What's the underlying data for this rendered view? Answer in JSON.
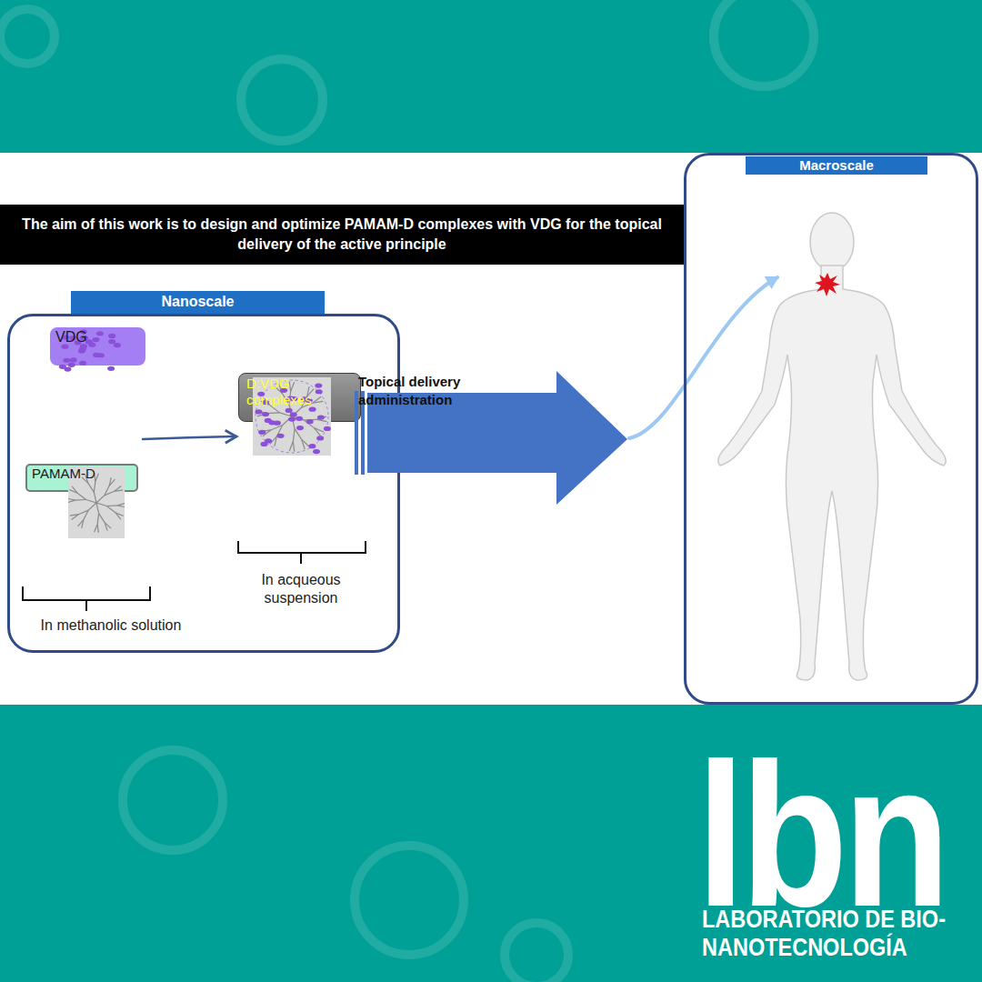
{
  "diagram": {
    "title": "The aim of this work is to design and optimize PAMAM-D complexes with VDG for the topical delivery of the active principle",
    "nodes": [
      {
        "text": [
          "Nanoscale"
        ]
      },
      {
        "text": [
          "VDG"
        ],
        "in": 0
      },
      {
        "text": [
          "PAMAM-D"
        ],
        "in": 0
      },
      {
        "text": [
          "D:VDG complexes"
        ],
        "in": 0
      },
      {
        "text": [
          "Topical delivery administration"
        ]
      },
      {
        "text": [
          "Macroscale"
        ]
      }
    ],
    "edges": [
      {
        "from": 1,
        "to": 3,
        "arrow": "to"
      },
      {
        "from": 4,
        "to": 5,
        "arrow": "to"
      }
    ],
    "labels": [
      "In methanolic solution",
      "In acqueous suspension",
      "lbn",
      "LABORATORIO DE BIO-NANOTECNOLOGÍA"
    ]
  }
}
